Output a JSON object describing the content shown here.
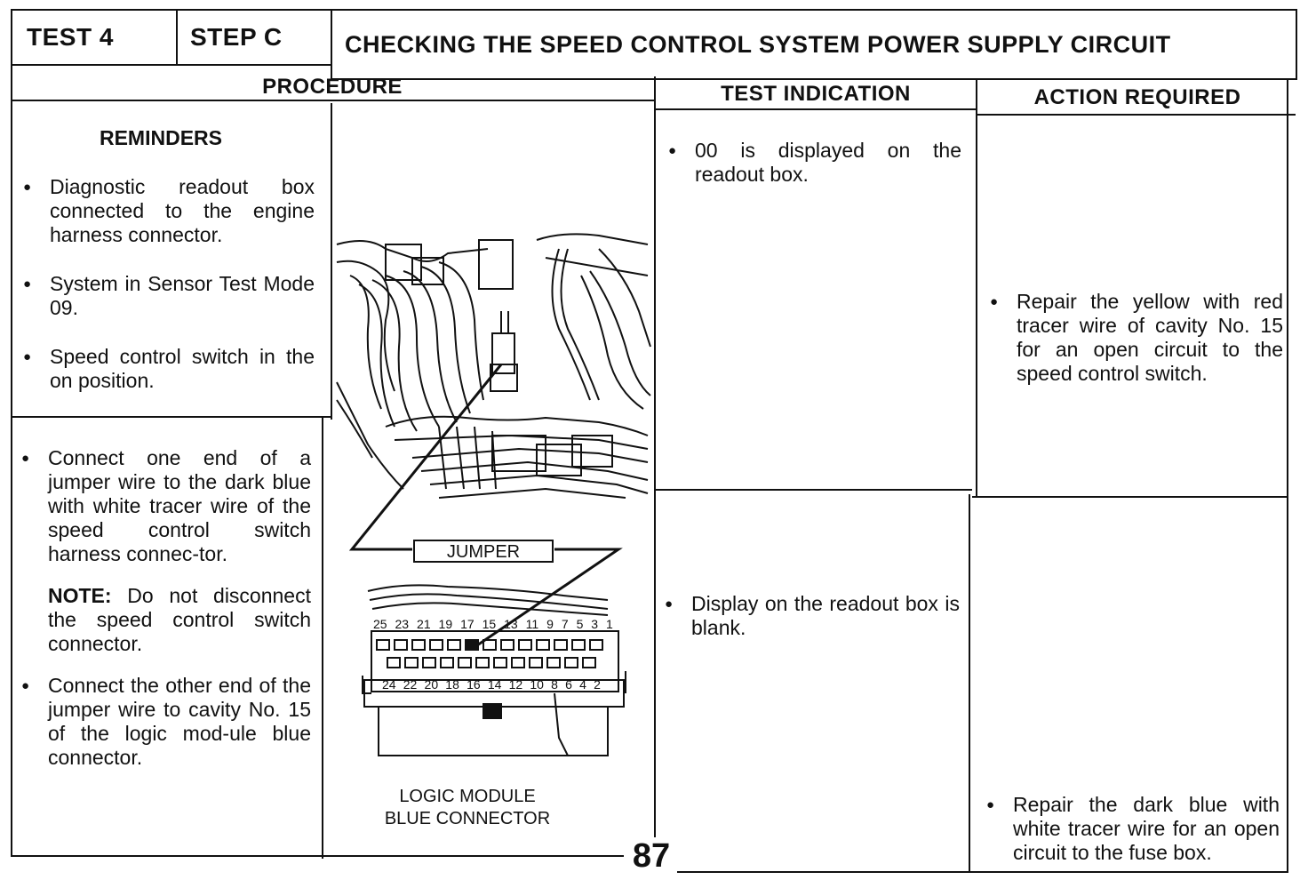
{
  "header": {
    "test": "TEST 4",
    "step": "STEP C",
    "title": "CHECKING THE SPEED CONTROL SYSTEM POWER SUPPLY CIRCUIT"
  },
  "columns": {
    "procedure": "PROCEDURE",
    "indication": "TEST INDICATION",
    "action": "ACTION REQUIRED"
  },
  "reminders": {
    "title": "REMINDERS",
    "items": [
      "Diagnostic readout box connected to the engine harness connector.",
      "System in Sensor Test Mode 09.",
      "Speed control switch in the on position."
    ]
  },
  "procedure_steps": {
    "step1": "Connect one end of a jumper wire to the dark blue with white tracer wire of the speed control switch harness connec-tor.",
    "note_label": "NOTE:",
    "note_text": "Do not disconnect the speed control switch connector.",
    "step2": "Connect the other end of the jumper wire to cavity No. 15 of the logic mod-ule blue connector."
  },
  "illustration": {
    "jumper_label": "JUMPER",
    "caption_line1": "LOGIC MODULE",
    "caption_line2": "BLUE CONNECTOR",
    "top_pins": [
      "25",
      "23",
      "21",
      "19",
      "17",
      "15",
      "13",
      "11",
      "9",
      "7",
      "5",
      "3",
      "1"
    ],
    "bottom_pins": [
      "24",
      "22",
      "20",
      "18",
      "16",
      "14",
      "12",
      "10",
      "8",
      "6",
      "4",
      "2"
    ]
  },
  "rows": [
    {
      "indication": "00 is displayed on the readout box.",
      "action": "Repair the yellow with red tracer wire of cavity No. 15 for an open circuit to the speed control switch."
    },
    {
      "indication": "Display on the readout box is blank.",
      "action": "Repair the dark blue with white tracer wire for an open circuit to the fuse box."
    }
  ],
  "page_number": "87"
}
